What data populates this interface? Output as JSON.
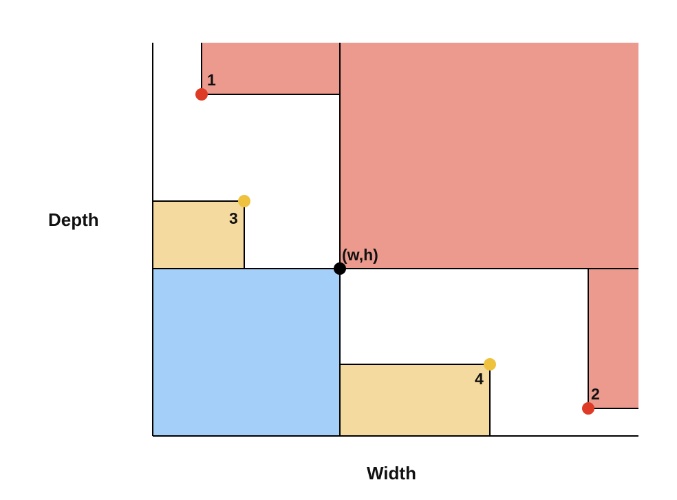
{
  "axes": {
    "x_label": "Width",
    "y_label": "Depth"
  },
  "corner_label": "(w,h)",
  "point_labels": [
    "1",
    "2",
    "3",
    "4"
  ],
  "colors": {
    "red_box": "#EC9A8E",
    "yellow_box": "#F5DAA0",
    "blue_box": "#A3CFF8",
    "red_point": "#DE3B26",
    "yellow_point": "#EEC23E",
    "corner_point": "#000000",
    "stroke": "#000000"
  }
}
